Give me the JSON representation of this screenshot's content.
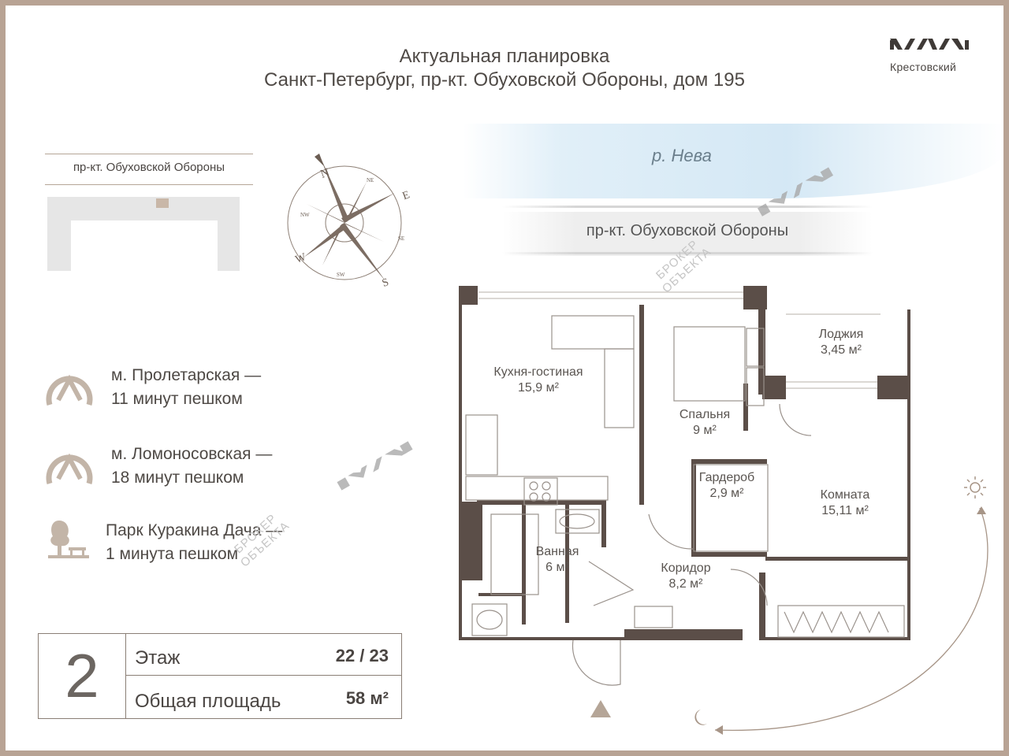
{
  "header": {
    "title_line1": "Актуальная планировка",
    "title_line2": "Санкт-Петербург, пр-кт. Обуховской Обороны, дом 195"
  },
  "brand": {
    "name": "Крестовский"
  },
  "map": {
    "river_label": "р. Нева",
    "avenue_label": "пр-кт. Обуховской Обороны",
    "mini_street_label": "пр-кт. Обуховской Обороны"
  },
  "compass": {
    "n": "N",
    "ne": "NE",
    "e": "E",
    "se": "SE",
    "s": "S",
    "sw": "SW",
    "w": "W",
    "nw": "NW"
  },
  "nearby": [
    {
      "icon": "metro-icon",
      "name": "м. Пролетарская —",
      "distance": "11 минут пешком"
    },
    {
      "icon": "metro-icon",
      "name": "м. Ломоносовская —",
      "distance": "18 минут пешком"
    },
    {
      "icon": "park-icon",
      "name": "Парк Куракина Дача —",
      "distance": "1 минута пешком"
    }
  ],
  "summary": {
    "rooms": "2",
    "floor_label": "Этаж",
    "floor_value": "22 / 23",
    "area_label": "Общая площадь",
    "area_value": "58 м²"
  },
  "rooms": [
    {
      "name": "Кухня-гостиная",
      "area": "15,9 м²"
    },
    {
      "name": "Спальня",
      "area": "9 м²"
    },
    {
      "name": "Лоджия",
      "area": "3,45 м²"
    },
    {
      "name": "Гардероб",
      "area": "2,9 м²"
    },
    {
      "name": "Комната",
      "area": "15,11 м²"
    },
    {
      "name": "Ванная",
      "area": "6 м²"
    },
    {
      "name": "Коридор",
      "area": "8,2 м²"
    }
  ],
  "watermark": {
    "line1": "БРОКЕР",
    "line2": "ОБЪЕКТА"
  },
  "colors": {
    "frame": "#b8a394",
    "accent": "#b5a597",
    "wall": "#5b4e48",
    "text": "#4a4542"
  }
}
